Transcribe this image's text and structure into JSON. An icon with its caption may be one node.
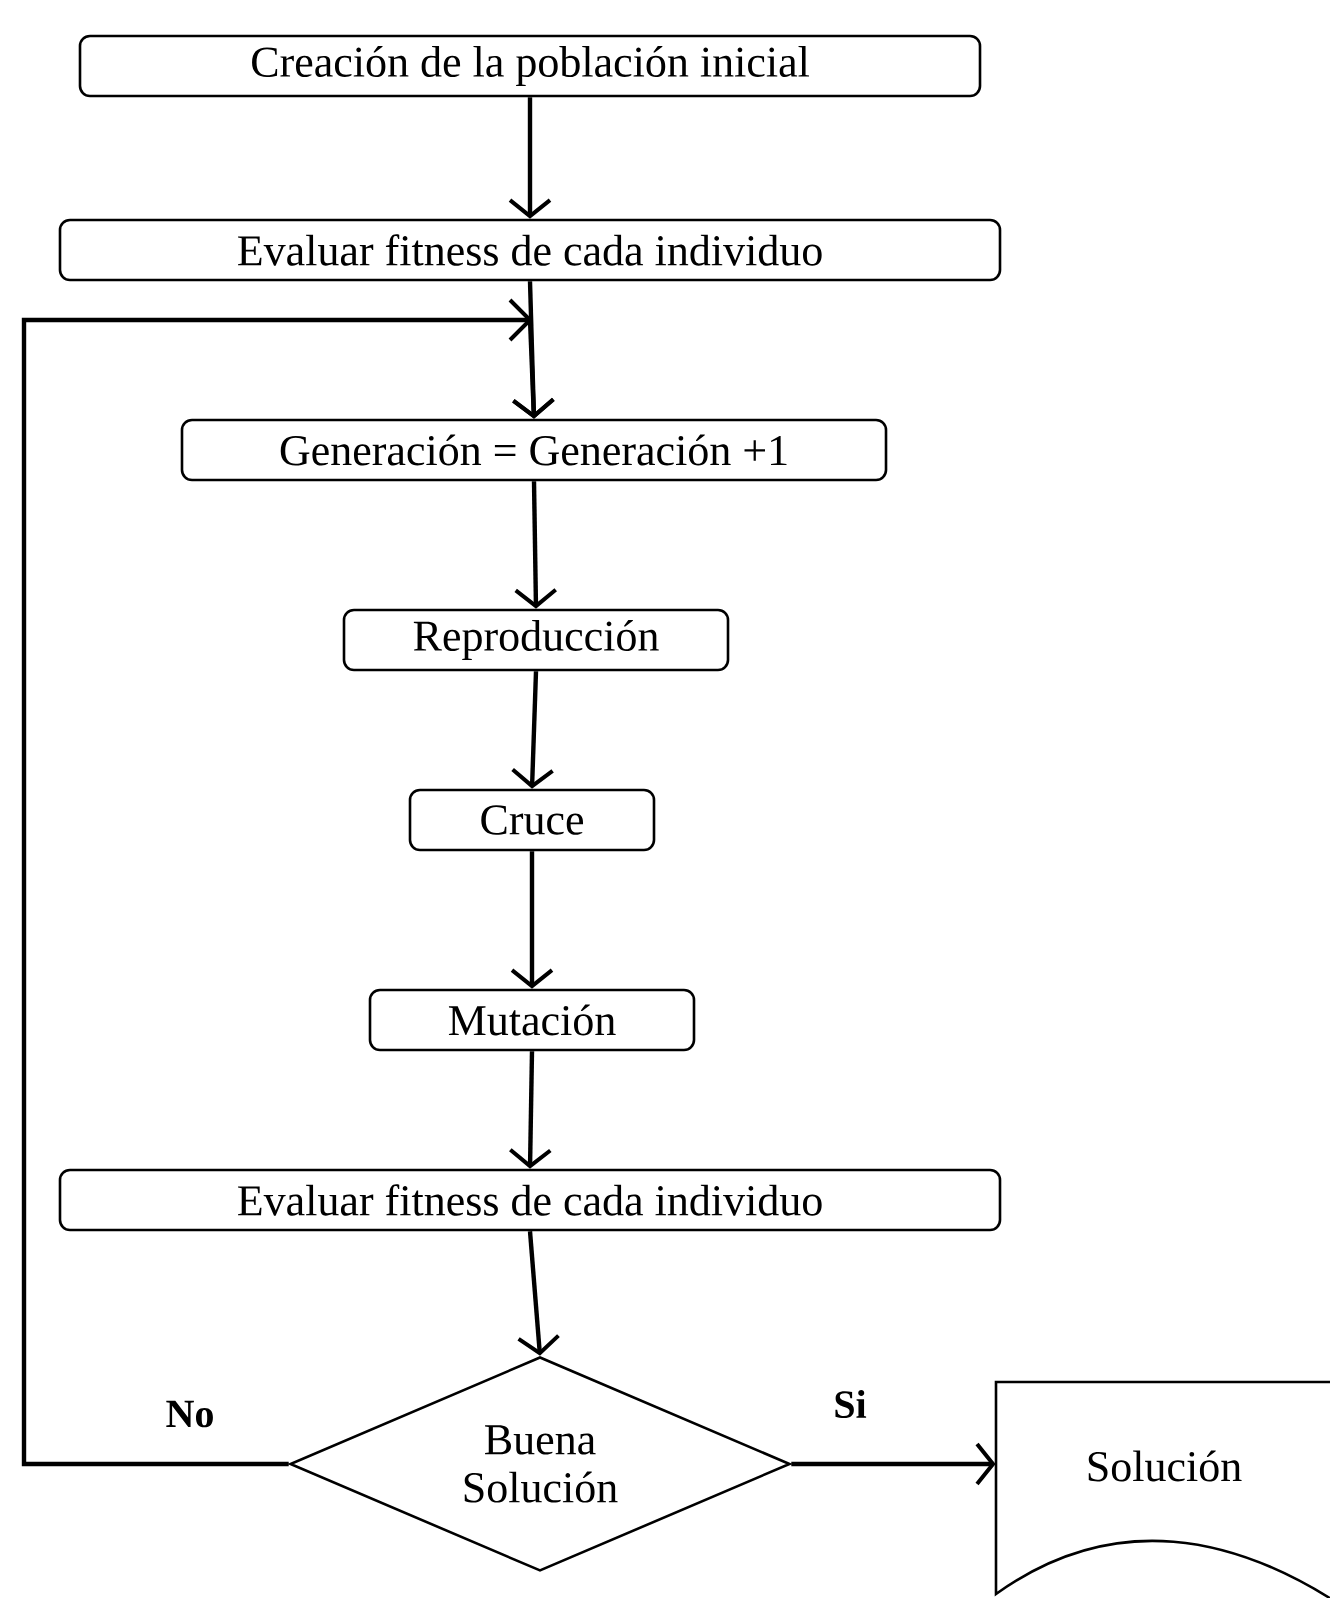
{
  "diagram": {
    "nodes": [
      {
        "text": [
          "Creación de la población inicial"
        ]
      },
      {
        "text": [
          "Evaluar fitness de cada individuo"
        ]
      },
      {
        "text": [
          "Generación = Generación +1"
        ]
      },
      {
        "text": [
          "Reproducción"
        ]
      },
      {
        "text": [
          "Cruce"
        ]
      },
      {
        "text": [
          "Mutación"
        ]
      },
      {
        "text": [
          "Evaluar fitness de cada individuo"
        ]
      },
      {
        "text": [
          "Buena Solución"
        ]
      },
      {
        "text": [
          "Solución"
        ]
      }
    ],
    "edges": [
      {
        "from": 0,
        "to": 1,
        "arrow": "to"
      },
      {
        "from": 1,
        "to": 2,
        "arrow": "to"
      },
      {
        "from": 2,
        "to": 3,
        "arrow": "to"
      },
      {
        "from": 3,
        "to": 4,
        "arrow": "to"
      },
      {
        "from": 4,
        "to": 5,
        "arrow": "to"
      },
      {
        "from": 5,
        "to": 6,
        "arrow": "to"
      },
      {
        "from": 6,
        "to": 7,
        "arrow": "to"
      },
      {
        "from": 7,
        "to": 2,
        "arrow": "to",
        "label": "No"
      },
      {
        "from": 7,
        "to": 8,
        "arrow": "to",
        "label": "Si"
      }
    ]
  }
}
